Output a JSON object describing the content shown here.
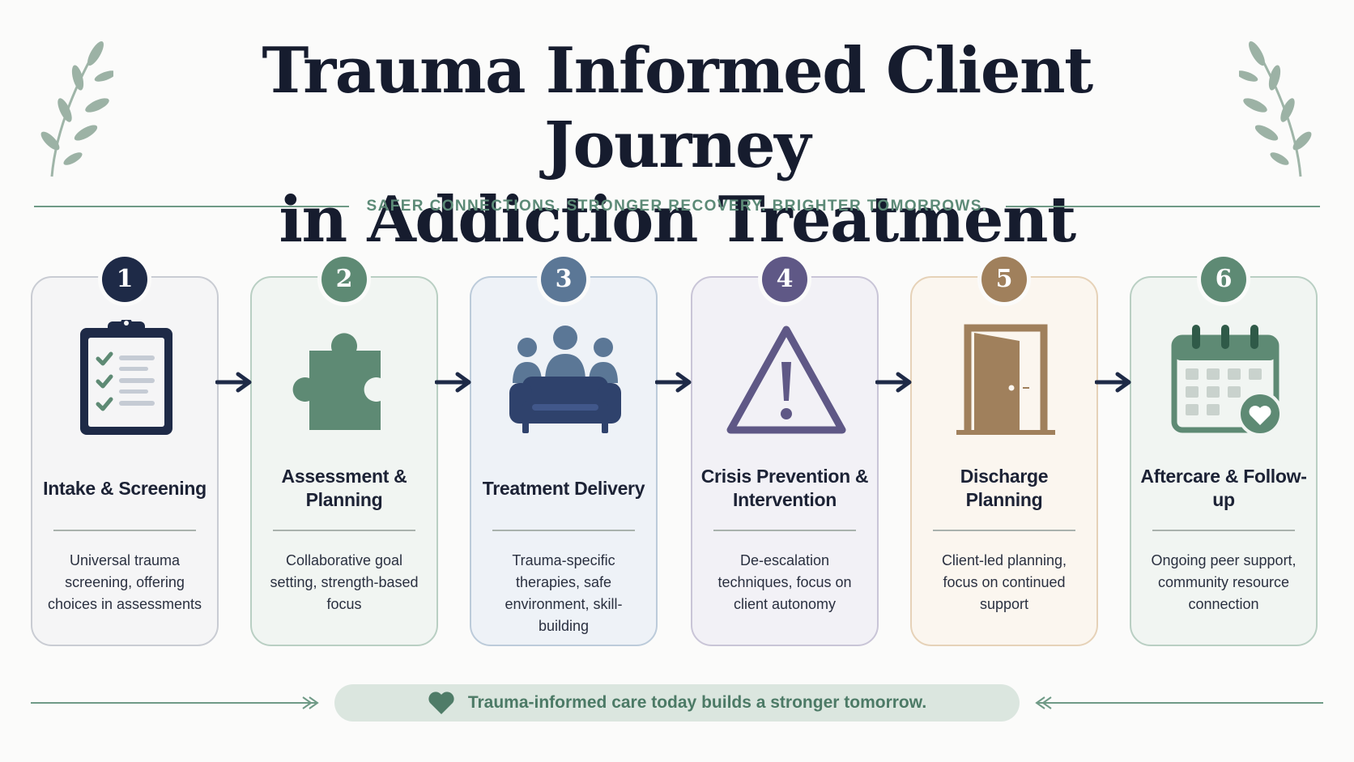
{
  "header": {
    "title_line1": "Trauma Informed Client Journey",
    "title_line2": "in Addiction Treatment",
    "subtitle": "SAFER CONNECTIONS. STRONGER RECOVERY. BRIGHTER TOMORROWS."
  },
  "steps": [
    {
      "number": "1",
      "title": "Intake & Screening",
      "description": "Universal trauma screening, offering choices in assessments",
      "icon": "clipboard-checklist-icon",
      "color": "#1e2a47",
      "border": "#c9ccd3",
      "fill": "#f5f5f6"
    },
    {
      "number": "2",
      "title": "Assessment & Planning",
      "description": "Collaborative goal setting, strength-based focus",
      "icon": "puzzle-piece-icon",
      "color": "#5e8a74",
      "border": "#b9cfc3",
      "fill": "#f1f5f2"
    },
    {
      "number": "3",
      "title": "Treatment Delivery",
      "description": "Trauma-specific therapies, safe environment, skill-building",
      "icon": "group-sofa-icon",
      "color": "#5b7796",
      "border": "#bccbda",
      "fill": "#eef2f7"
    },
    {
      "number": "4",
      "title": "Crisis Prevention & Intervention",
      "description": "De-escalation techniques, focus on client autonomy",
      "icon": "warning-triangle-icon",
      "color": "#5f5886",
      "border": "#c9c5d7",
      "fill": "#f2f1f6"
    },
    {
      "number": "5",
      "title": "Discharge Planning",
      "description": "Client-led planning, focus on continued support",
      "icon": "open-door-icon",
      "color": "#a0805c",
      "border": "#e6d2b8",
      "fill": "#fbf6ef"
    },
    {
      "number": "6",
      "title": "Aftercare & Follow-up",
      "description": "Ongoing peer support, community resource connection",
      "icon": "calendar-heart-icon",
      "color": "#5e8a74",
      "border": "#b9cfc3",
      "fill": "#f1f5f2"
    }
  ],
  "footer": {
    "text": "Trauma-informed care today builds a stronger tomorrow.",
    "icon": "heart-icon"
  },
  "colors": {
    "navy": "#1e2a47",
    "sage": "#5e8a74",
    "slate_blue": "#5b7796",
    "purple": "#5f5886",
    "tan": "#a0805c"
  }
}
